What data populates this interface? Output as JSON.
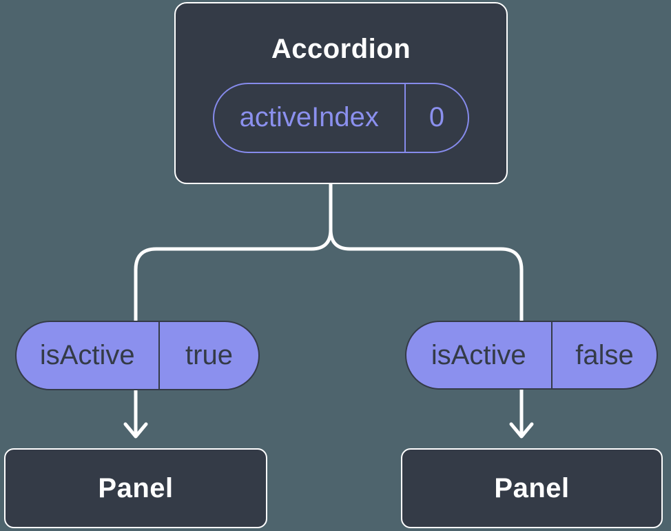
{
  "colors": {
    "background": "#4e646d",
    "card": "#343b47",
    "card_border": "#ffffff",
    "purple": "#8b90ee",
    "purple_outline": "#868bec",
    "pill_text_dark": "#343b47",
    "connector": "#ffffff",
    "title_text": "#ffffff"
  },
  "diagram": {
    "type": "component-tree",
    "root": {
      "title": "Accordion",
      "state_pill": {
        "name": "activeIndex",
        "value": "0"
      }
    },
    "children": [
      {
        "prop_pill": {
          "name": "isActive",
          "value": "true"
        },
        "node": {
          "title": "Panel"
        }
      },
      {
        "prop_pill": {
          "name": "isActive",
          "value": "false"
        },
        "node": {
          "title": "Panel"
        }
      }
    ]
  }
}
